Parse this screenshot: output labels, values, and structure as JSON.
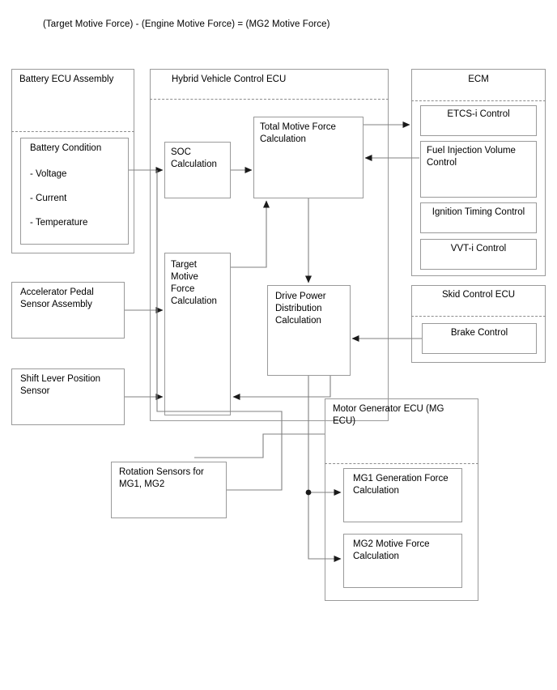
{
  "diagram": {
    "formula": "(Target Motive Force) - (Engine Motive Force) = (MG2 Motive Force)",
    "line_color": "#808080",
    "box_border_color": "#9a9a9a",
    "text_color": "#000000"
  },
  "containers": {
    "battery_ecu": {
      "title": "Battery ECU Assembly",
      "child": {
        "title": "Battery Condition",
        "items": "- Voltage\n\n- Current\n\n- Temperature"
      }
    },
    "hybrid_ecu": {
      "title": "Hybrid Vehicle Control ECU",
      "blocks": {
        "soc": "SOC\nCalculation",
        "total_motive": "Total Motive Force\nCalculation",
        "target_motive": "Target\nMotive\nForce\nCalculation",
        "drive_power": "Drive Power\nDistribution\nCalculation"
      }
    },
    "ecm": {
      "title": "ECM",
      "items": [
        "ETCS-i Control",
        "Fuel Injection Volume Control",
        "Ignition Timing Control",
        "VVT-i Control"
      ]
    },
    "skid_ecu": {
      "title": "Skid Control ECU",
      "items": [
        "Brake Control"
      ]
    },
    "mg_ecu": {
      "title": "Motor Generator ECU (MG ECU)",
      "items": [
        "MG1 Generation Force Calculation",
        "MG2 Motive Force Calculation"
      ]
    }
  },
  "sensors": {
    "accelerator": "Accelerator Pedal Sensor Assembly",
    "shift_lever": "Shift Lever Position Sensor",
    "rotation": "Rotation Sensors for MG1, MG2"
  }
}
